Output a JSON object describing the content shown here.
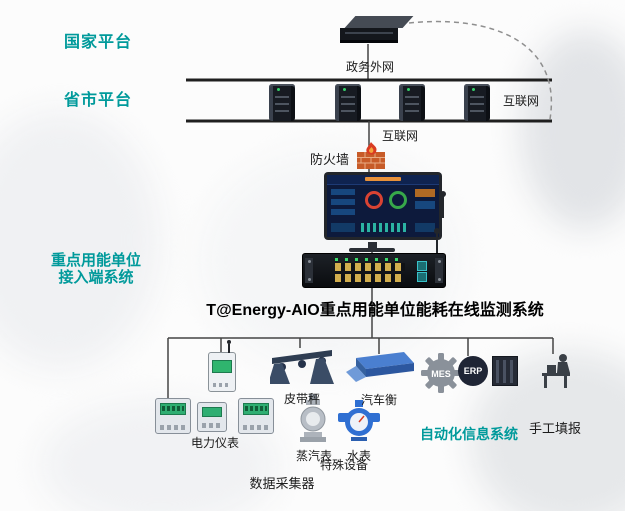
{
  "colors": {
    "teal": "#009a9b",
    "line_dark": "#1f1f1f",
    "line_thin": "#555555",
    "firewall_brick": "#c75b28",
    "flame_red": "#d93b22",
    "screen_navy": "#0d1a3c",
    "device_blue": "#2f6fd2"
  },
  "labels": {
    "national_platform": "国家平台",
    "provincial_platform": "省市平台",
    "access_system_line1": "重点用能单位",
    "access_system_line2": "接入端系统",
    "gov_extranet": "政务外网",
    "internet": "互联网",
    "firewall": "防火墙",
    "system_title": "T@Energy-AIO重点用能单位能耗在线监测系统",
    "belt_scale": "皮带秤",
    "truck_scale": "汽车衡",
    "power_meter": "电力仪表",
    "steam_meter": "蒸汽表",
    "water_meter": "水表",
    "special_equipment": "特殊设备",
    "automation_system": "自动化信息系统",
    "manual_entry": "手工填报",
    "data_collector": "数据采集器"
  },
  "icons": {
    "mes": "MES",
    "erp": "ERP"
  }
}
